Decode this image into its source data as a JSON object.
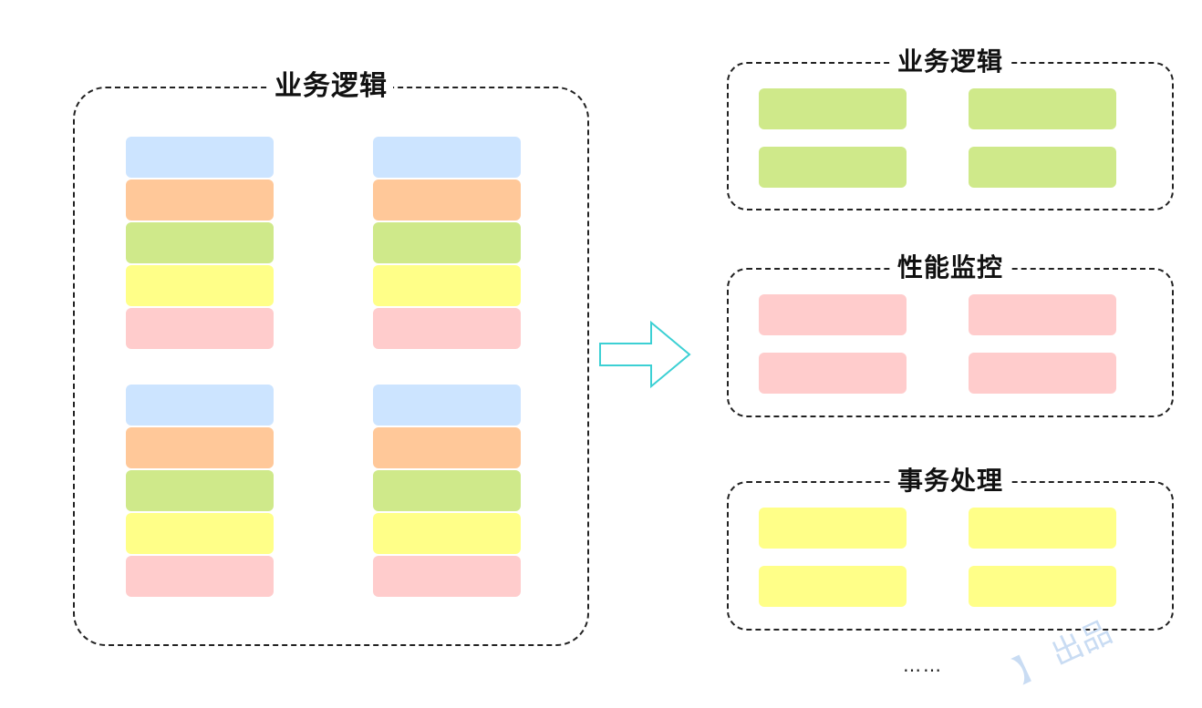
{
  "left_group": {
    "title": "业务逻辑",
    "stack_colors": [
      "#cce4ff",
      "#ffc899",
      "#cfe98a",
      "#ffff88",
      "#ffcccc"
    ]
  },
  "right_groups": [
    {
      "title": "业务逻辑",
      "color": "#cfe98a"
    },
    {
      "title": "性能监控",
      "color": "#ffcccc"
    },
    {
      "title": "事务处理",
      "color": "#ffff88"
    }
  ],
  "arrow_color": "#3cd0d4",
  "ellipsis": "……",
  "watermark": "】 出品"
}
